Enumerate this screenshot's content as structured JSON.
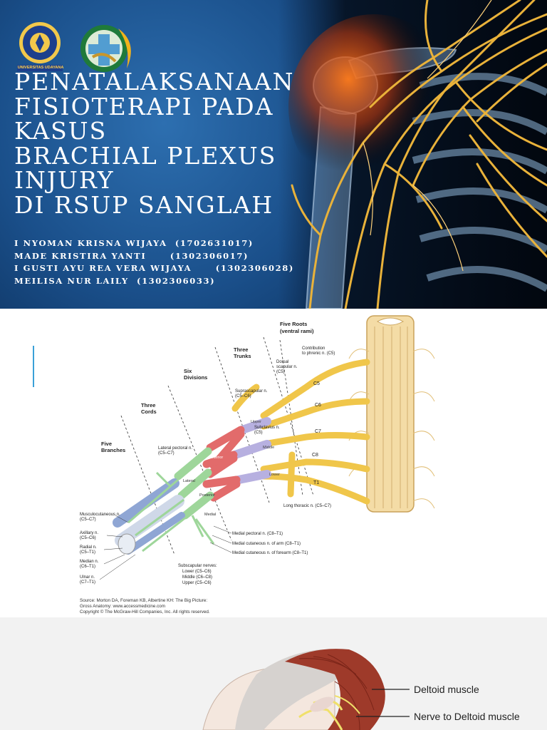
{
  "slide1": {
    "logo_univ_text": "UNIVERSITAS UDAYANA",
    "title_lines": [
      "PENATALAKSANAAN",
      "FISIOTERAPI PADA",
      "KASUS",
      "BRACHIAL PLEXUS",
      "INJURY",
      "DI RSUP SANGLAH"
    ],
    "authors": [
      "I NYOMAN KRISNA WIJAYA  (1702631017)",
      "MADE KRISTIRA YANTI      (1302306017)",
      "I GUSTI AYU REA VERA WIJAYA      (1302306028)",
      "MEILISA NUR LAILY  (1302306033)"
    ]
  },
  "slide2": {
    "labels": {
      "five_roots": "Five Roots",
      "ventral_rami": "(ventral rami)",
      "three_trunks": "Three\nTrunks",
      "six_divisions": "Six\nDivisions",
      "three_cords": "Three\nCords",
      "five_branches": "Five\nBranches",
      "contribution": "Contribution\nto phrenic n. (C5)",
      "dorsal_scapular": "Dorsal\nscapular n.\n(C5)",
      "suprascapular": "Suprascapular n.\n(C5–C6)",
      "subclavius": "Subclavius n.\n(C5)",
      "lateral_pectoral": "Lateral pectoral n.\n(C5–C7)",
      "long_thoracic": "Long thoracic n. (C5–C7)",
      "musculocutaneous": "Musculocutaneous n.\n(C5–C7)",
      "axillary": "Axillary n.\n(C5–C6)",
      "radial": "Radial n.\n(C5–T1)",
      "median": "Median n.\n(C6–T1)",
      "ulnar": "Ulnar n.\n(C7–T1)",
      "medial_pectoral": "Medial pectoral n. (C8–T1)",
      "medial_cut_arm": "Medial cutaneous n. of arm (C8–T1)",
      "medial_cut_forearm": "Medial cutaneous n. of forearm (C8–T1)",
      "subscapular": "Subscapular nerves:\nLower (C5–C6)\nMiddle (C6–C8)\nUpper (C5–C6)",
      "c5": "C5",
      "c6": "C6",
      "c7": "C7",
      "c8": "C8",
      "t1": "T1",
      "upper": "Upper",
      "middle": "Middle",
      "lower": "Lower",
      "lateral": "Lateral",
      "posterior": "Posterior",
      "medial": "Medial",
      "anterior": "Anterior"
    },
    "source_lines": [
      "Source: Morton DA, Foreman KB, Albertine KH: The Big Picture:",
      "Gross Anatomy: www.accessmedicine.com",
      "Copyright © The McGraw-Hill Companies, Inc. All rights reserved."
    ]
  },
  "slide3": {
    "label_deltoid": "Deltoid muscle",
    "label_nerve": "Nerve to Deltoid muscle"
  },
  "colors": {
    "slide1_bg": "#1a4f8a",
    "nerve_yellow": "#e9b23a",
    "accent": "#3aa0d8",
    "artery_red": "#d9534f",
    "vein_blue": "#8fa6d4"
  }
}
